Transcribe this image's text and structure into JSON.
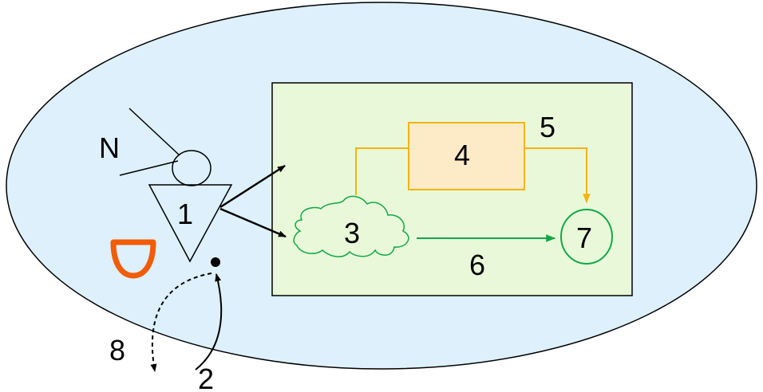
{
  "diagram": {
    "labels": {
      "n": "N",
      "one": "1",
      "two": "2",
      "three": "3",
      "four": "4",
      "five": "5",
      "six": "6",
      "seven": "7",
      "eight": "8"
    },
    "colors": {
      "ellipse_fill": "#ddf0fb",
      "panel_fill": "#e9f8d8",
      "box_fill": "#fdebc8",
      "orange_line": "#f2b413",
      "green_line": "#0fa94a",
      "brand_orange": "#f25c05",
      "stroke": "#000000"
    },
    "icons": [
      "observer-head-icon",
      "observer-body-icon",
      "mouth-icon",
      "dot-icon",
      "cloud-icon"
    ]
  }
}
